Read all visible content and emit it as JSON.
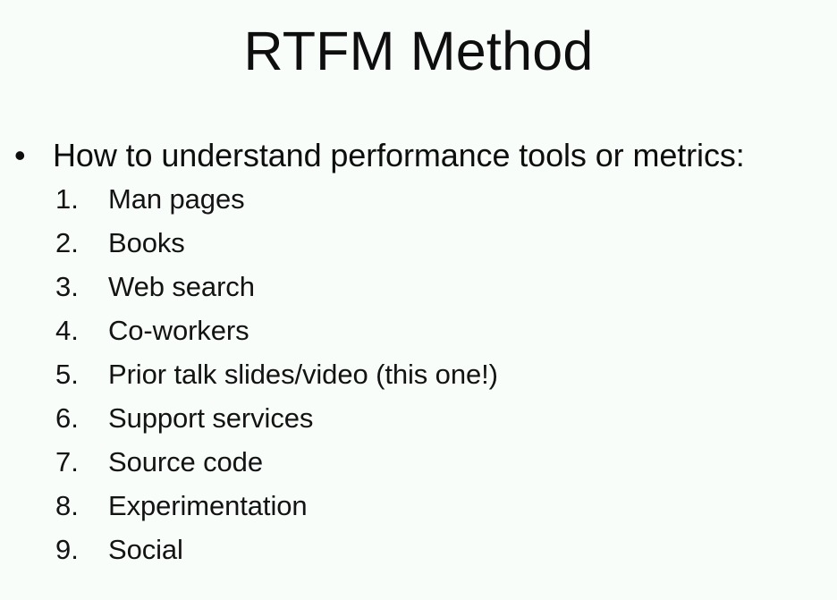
{
  "slide": {
    "title": "RTFM Method",
    "background_color": "#f8fdfa",
    "text_color": "#121212",
    "bullet": {
      "marker": "•",
      "text": "How to understand performance tools or metrics:"
    },
    "list": [
      {
        "number": "1.",
        "label": "Man pages"
      },
      {
        "number": "2.",
        "label": "Books"
      },
      {
        "number": "3.",
        "label": "Web search"
      },
      {
        "number": "4.",
        "label": "Co-workers"
      },
      {
        "number": "5.",
        "label": "Prior talk slides/video (this one!)"
      },
      {
        "number": "6.",
        "label": "Support services"
      },
      {
        "number": "7.",
        "label": "Source code"
      },
      {
        "number": "8.",
        "label": "Experimentation"
      },
      {
        "number": "9.",
        "label": "Social"
      }
    ]
  }
}
